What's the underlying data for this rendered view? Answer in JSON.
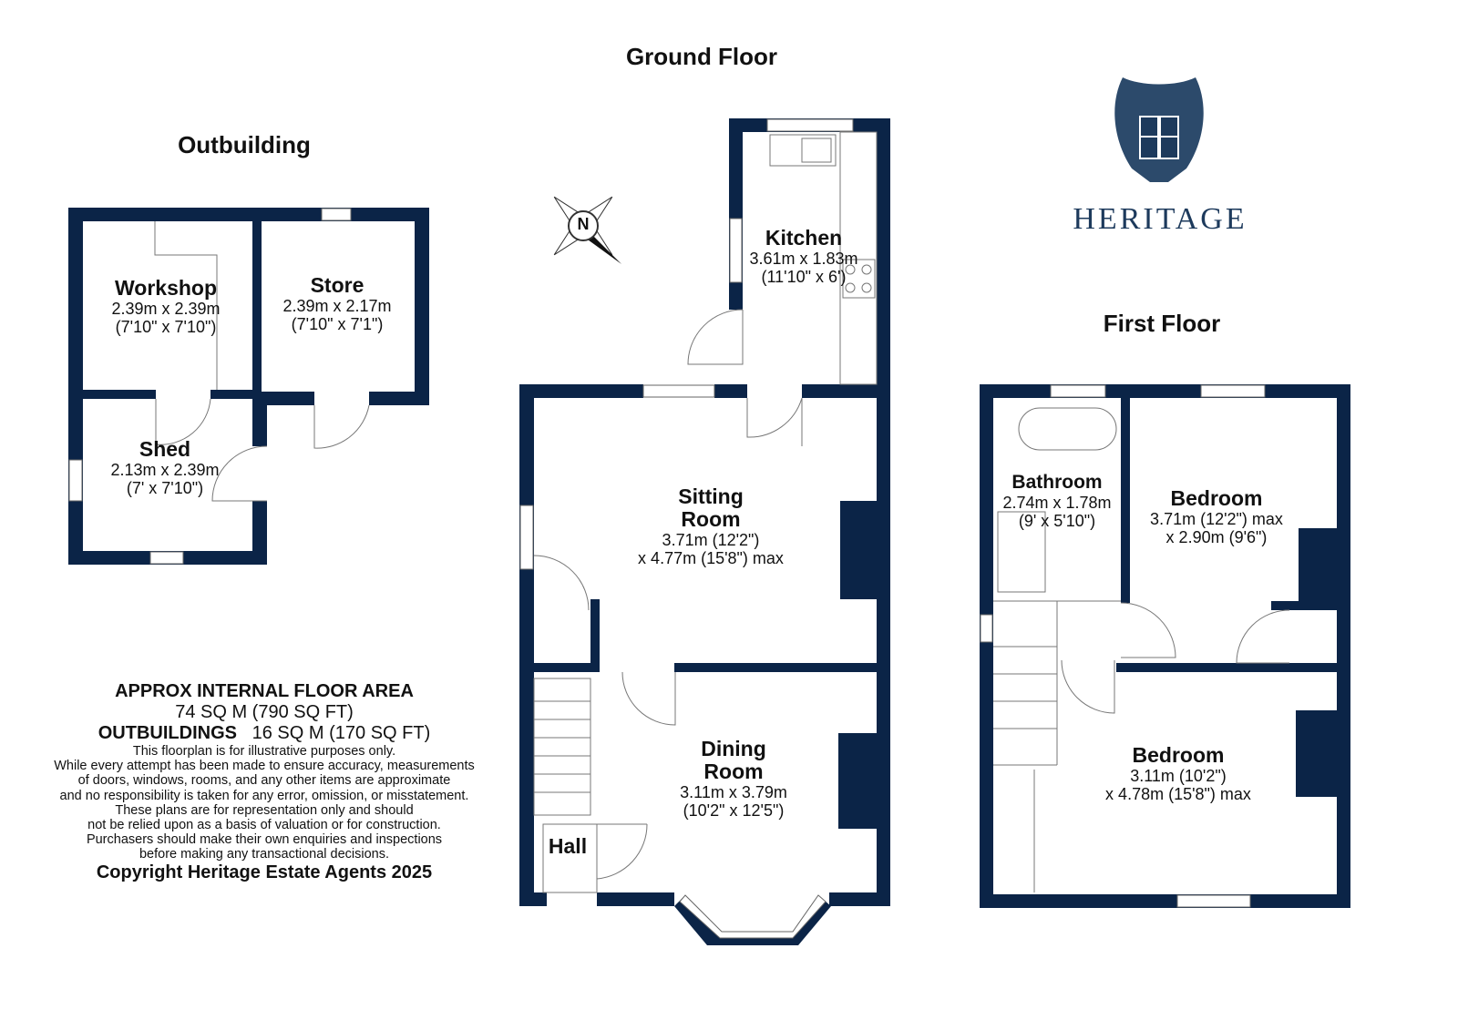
{
  "titles": {
    "ground": "Ground Floor",
    "outbuilding": "Outbuilding",
    "first": "First Floor"
  },
  "brand": {
    "name": "HERITAGE",
    "logo": "heritage-crest-logo"
  },
  "compass": {
    "label": "N",
    "icon": "north-compass-icon"
  },
  "colors": {
    "wall": "#0b2447",
    "text": "#111111",
    "brand": "#1d3a5c"
  },
  "rooms": {
    "workshop": {
      "name": "Workshop",
      "metric": "2.39m x 2.39m",
      "imperial": "(7'10\" x 7'10\")"
    },
    "store": {
      "name": "Store",
      "metric": "2.39m x 2.17m",
      "imperial": "(7'10\" x 7'1\")"
    },
    "shed": {
      "name": "Shed",
      "metric": "2.13m x 2.39m",
      "imperial": "(7' x 7'10\")"
    },
    "kitchen": {
      "name": "Kitchen",
      "metric": "3.61m x 1.83m",
      "imperial": "(11'10\" x 6')"
    },
    "sitting": {
      "name1": "Sitting",
      "name2": "Room",
      "line1": "3.71m (12'2\")",
      "line2": "x 4.77m (15'8\") max"
    },
    "dining": {
      "name1": "Dining",
      "name2": "Room",
      "metric": "3.11m x 3.79m",
      "imperial": "(10'2\" x 12'5\")"
    },
    "hall": {
      "name": "Hall"
    },
    "bathroom": {
      "name": "Bathroom",
      "metric": "2.74m x 1.78m",
      "imperial": "(9' x 5'10\")"
    },
    "bedroom1": {
      "name": "Bedroom",
      "line1": "3.71m (12'2\") max",
      "line2": "x 2.90m (9'6\")"
    },
    "bedroom2": {
      "name": "Bedroom",
      "line1": "3.11m (10'2\")",
      "line2": "x 4.78m (15'8\") max"
    }
  },
  "area": {
    "heading": "APPROX INTERNAL FLOOR AREA",
    "main": "74 SQ M (790 SQ FT)",
    "out_label": "OUTBUILDINGS",
    "out_value": "16 SQ M (170 SQ FT)",
    "disclaimer": [
      "This floorplan is for illustrative purposes only.",
      "While every attempt has been made to ensure accuracy, measurements",
      "of doors, windows, rooms, and any other items are approximate",
      "and no responsibility is taken for any error, omission, or misstatement.",
      "These plans are for representation only and should",
      "not be relied upon as a basis of valuation or for construction.",
      "Purchasers should make their own enquiries and inspections",
      "before making any transactional decisions."
    ],
    "copyright": "Copyright Heritage Estate Agents 2025"
  }
}
